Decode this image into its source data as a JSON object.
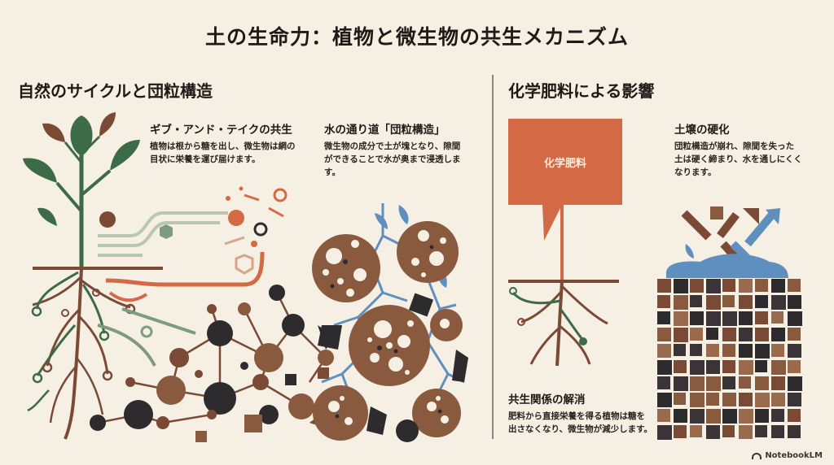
{
  "title": "土の生命力：植物と微生物の共生メカニズム",
  "left": {
    "heading": "自然のサイクルと団粒構造",
    "give_take": {
      "title": "ギブ・アンド・テイクの共生",
      "line1": "植物は根から糖を出し、微生物は網の",
      "line2": "目状に栄養を運び届けます。"
    },
    "water": {
      "title": "水の通り道「団粒構造」",
      "line1": "微生物の成分で土が塊となり、隙間",
      "line2": "ができることで水が奥まで浸透しま",
      "line3": "す。"
    }
  },
  "right": {
    "heading": "化学肥料による影響",
    "fertilizer_label": "化学肥料",
    "hardening": {
      "title": "土壌の硬化",
      "line1": "団粒構造が崩れ、隙間を失った",
      "line2": "土は硬く締まり、水を通しにくく",
      "line3": "なります。"
    },
    "dissolution": {
      "title": "共生関係の解消",
      "line1": "肥料から直接栄養を得る植物は糖を",
      "line2": "出さなくなり、微生物が減少します。"
    }
  },
  "colors": {
    "background": "#f6efe4",
    "green": "#3c6b47",
    "brown": "#7a4a35",
    "dark": "#2e2b2f",
    "orange": "#d46a45",
    "blue": "#5f8fbf",
    "sage": "#7e9b7d",
    "clod": "#8a5a3f"
  },
  "brand": "NotebookLM"
}
